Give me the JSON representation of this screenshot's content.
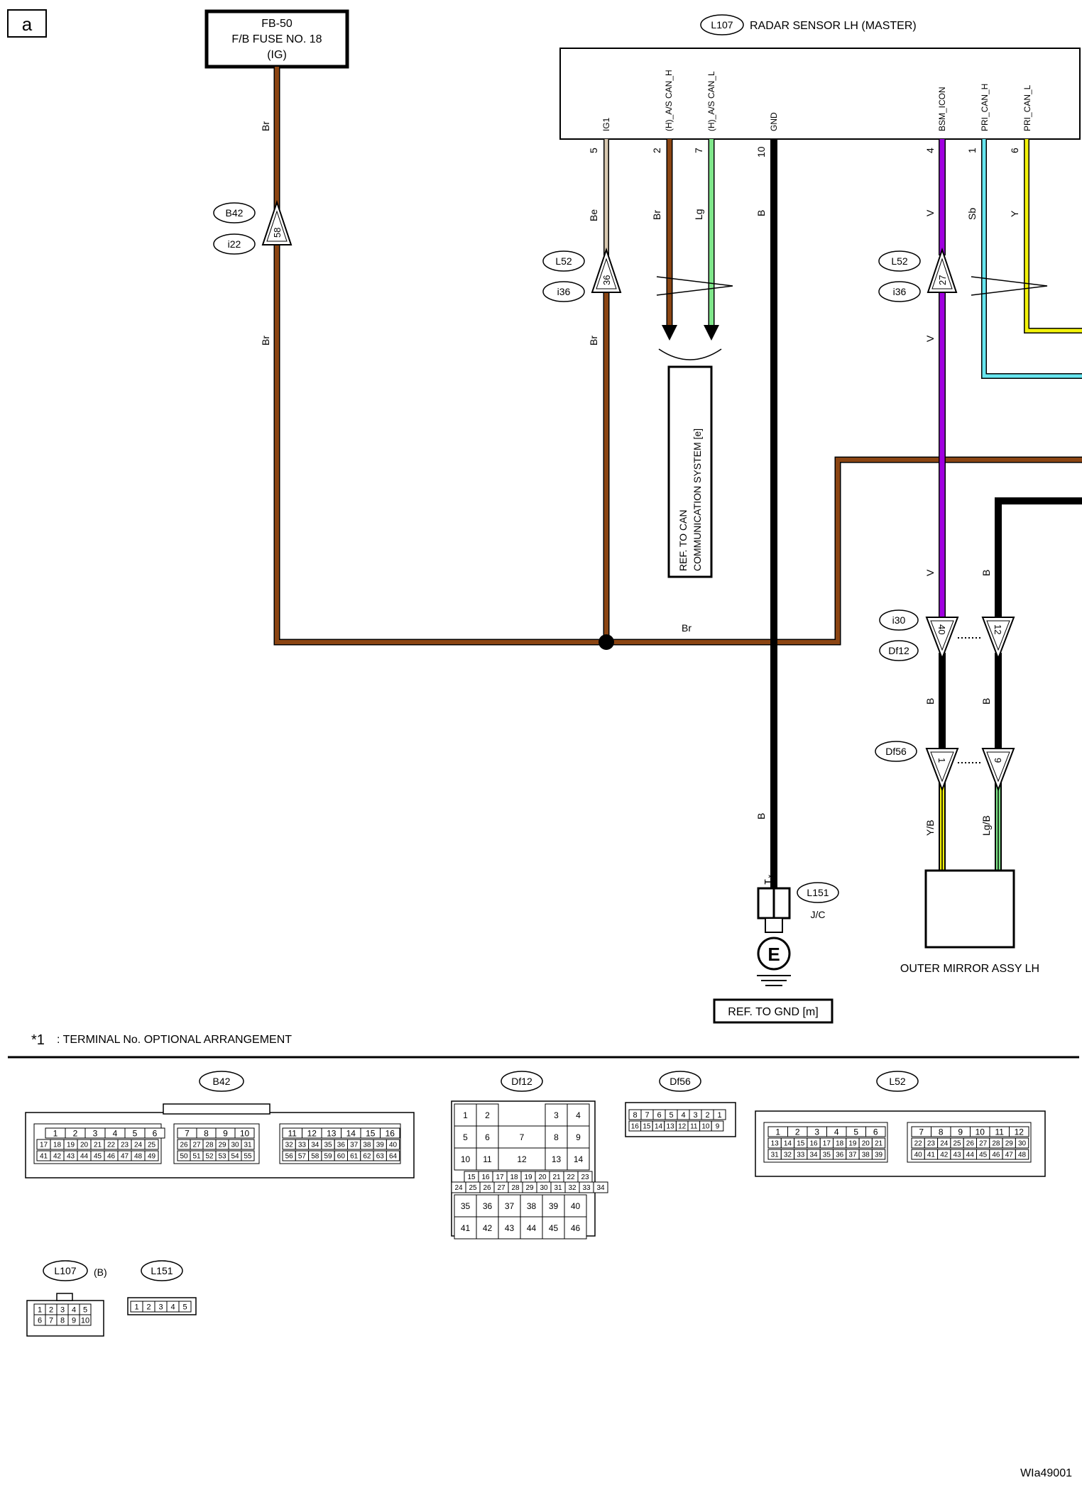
{
  "page_tag": "a",
  "fuse": {
    "line1": "FB-50",
    "line2": "F/B FUSE NO. 18",
    "line3": "(IG)"
  },
  "sensor": {
    "id": "L107",
    "name": "RADAR SENSOR LH (MASTER)"
  },
  "pins": [
    {
      "label": "IG1",
      "num": "5",
      "color": "Be"
    },
    {
      "label": "(H)_A/S CAN_H",
      "num": "2",
      "color": "Br"
    },
    {
      "label": "(H)_A/S CAN_L",
      "num": "7",
      "color": "Lg"
    },
    {
      "label": "GND",
      "num": "10",
      "color": "B"
    },
    {
      "label": "BSM_ICON",
      "num": "4",
      "color": "V"
    },
    {
      "label": "PRI_CAN_H",
      "num": "1",
      "color": "Sb"
    },
    {
      "label": "PRI_CAN_L",
      "num": "6",
      "color": "Y"
    }
  ],
  "connectors": {
    "fuse_line": {
      "top": "B42",
      "bottom": "i22",
      "pin": "58",
      "wire_above": "Br",
      "wire_below": "Br"
    },
    "ig1_line": {
      "top": "L52",
      "bottom": "i36",
      "pin": "36",
      "wire_below": "Br"
    },
    "bsm_line": {
      "top": "L52",
      "bottom": "i36",
      "pin": "27",
      "wire_below": "V"
    },
    "mirror_pair": {
      "top": "i30",
      "bottom": "Df12",
      "pin_left": "40",
      "pin_right": "12",
      "wire_above_left": "V",
      "wire_above_right": "B",
      "wire_below_left": "B",
      "wire_below_right": "B"
    },
    "df56": {
      "id": "Df56",
      "pin_left": "1",
      "pin_right": "9",
      "wire_left": "Y/B",
      "wire_right": "Lg/B"
    }
  },
  "can_ref": {
    "line1": "REF. TO CAN",
    "line2": "COMMUNICATION SYSTEM [e]"
  },
  "junction_wire": "Br",
  "ground": {
    "wire": "B",
    "id": "L151",
    "jc": "J/C",
    "star": "*1",
    "symbol": "E",
    "ref": "REF. TO GND [m]"
  },
  "mirror": {
    "name": "OUTER MIRROR ASSY LH"
  },
  "footnote": {
    "star": "*1",
    "text": ": TERMINAL No. OPTIONAL ARRANGEMENT"
  },
  "connector_views": {
    "b42": {
      "id": "B42"
    },
    "df12": {
      "id": "Df12"
    },
    "df56": {
      "id": "Df56"
    },
    "l52": {
      "id": "L52"
    },
    "l107": {
      "id": "L107",
      "suffix": "(B)"
    },
    "l151": {
      "id": "L151"
    }
  },
  "diagram_code": "WIa49001",
  "colors": {
    "brown": "#8B4513",
    "beige": "#D8C8B0",
    "lightgreen": "#7FE68A",
    "violet": "#A000E0",
    "skyblue": "#66E6F0",
    "yellow": "#F2F20A",
    "black": "#000000"
  }
}
